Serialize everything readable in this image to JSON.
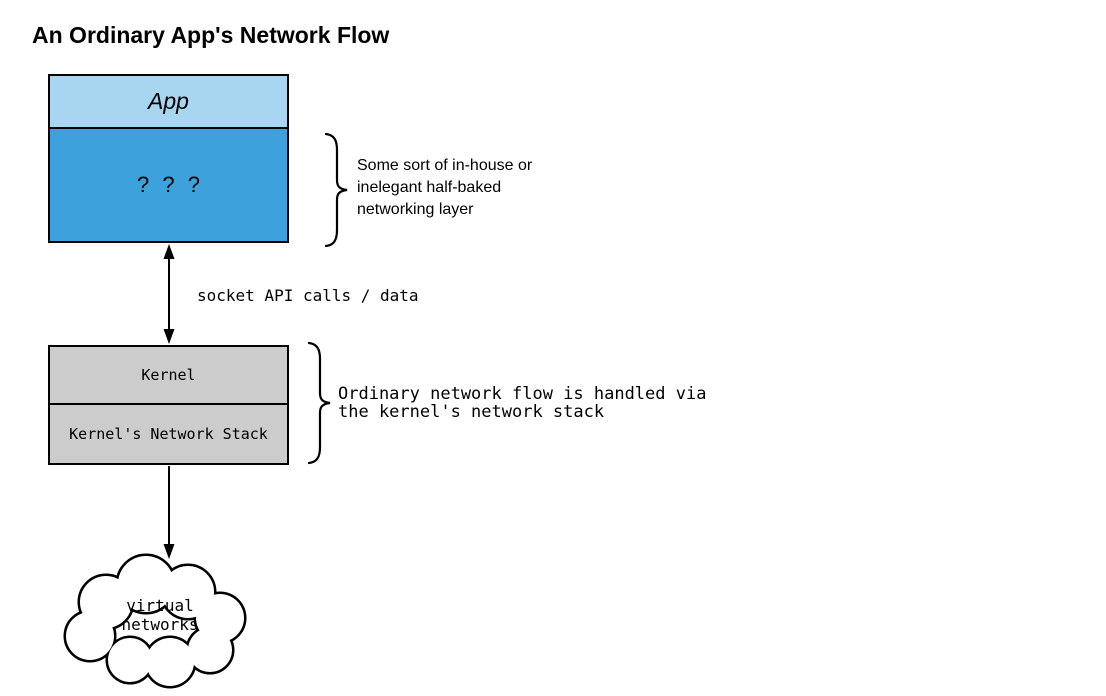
{
  "title": "An Ordinary App's Network Flow",
  "app_stack": {
    "app_label": "App",
    "unknown_layer_label": "? ? ?",
    "annotation": {
      "lines": [
        "Some sort of in-house or",
        "inelegant half-baked",
        "networking layer"
      ]
    }
  },
  "socket_arrow": {
    "label": "socket API calls / data"
  },
  "kernel_stack": {
    "kernel_label": "Kernel",
    "network_stack_label": "Kernel's Network Stack",
    "annotation": {
      "lines": [
        "Ordinary network flow is handled via",
        "the kernel's network stack"
      ]
    }
  },
  "cloud": {
    "lines": [
      "virtual",
      "networks"
    ]
  },
  "colors": {
    "app_fill": "#A8D6F0",
    "unknown_layer_fill": "#3DA2DC",
    "kernel_fill": "#CCCCCC",
    "network_stack_fill": "#CCCCCC",
    "stroke": "#000000"
  }
}
